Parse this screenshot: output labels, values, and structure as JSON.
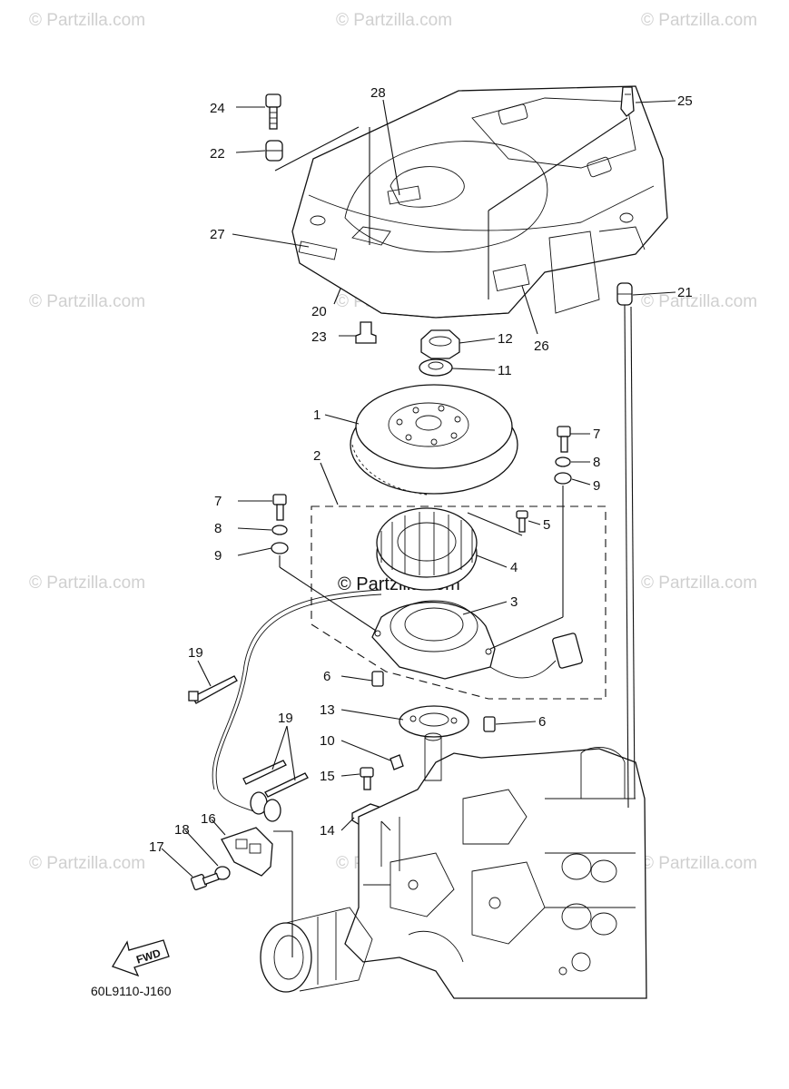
{
  "watermark": {
    "text": "© Partzilla.com",
    "center_text": "© Partzilla.com"
  },
  "diagram_code": "60L9110-J160",
  "fwd_label": "FWD",
  "callouts": {
    "c1": "1",
    "c2": "2",
    "c3": "3",
    "c4": "4",
    "c5": "5",
    "c6a": "6",
    "c6b": "6",
    "c7a": "7",
    "c7b": "7",
    "c8a": "8",
    "c8b": "8",
    "c9a": "9",
    "c9b": "9",
    "c10": "10",
    "c11": "11",
    "c12": "12",
    "c13": "13",
    "c14": "14",
    "c15": "15",
    "c16": "16",
    "c17": "17",
    "c18": "18",
    "c19a": "19",
    "c19b": "19",
    "c20": "20",
    "c21": "21",
    "c22": "22",
    "c23": "23",
    "c24": "24",
    "c25": "25",
    "c26": "26",
    "c27": "27",
    "c28": "28"
  }
}
